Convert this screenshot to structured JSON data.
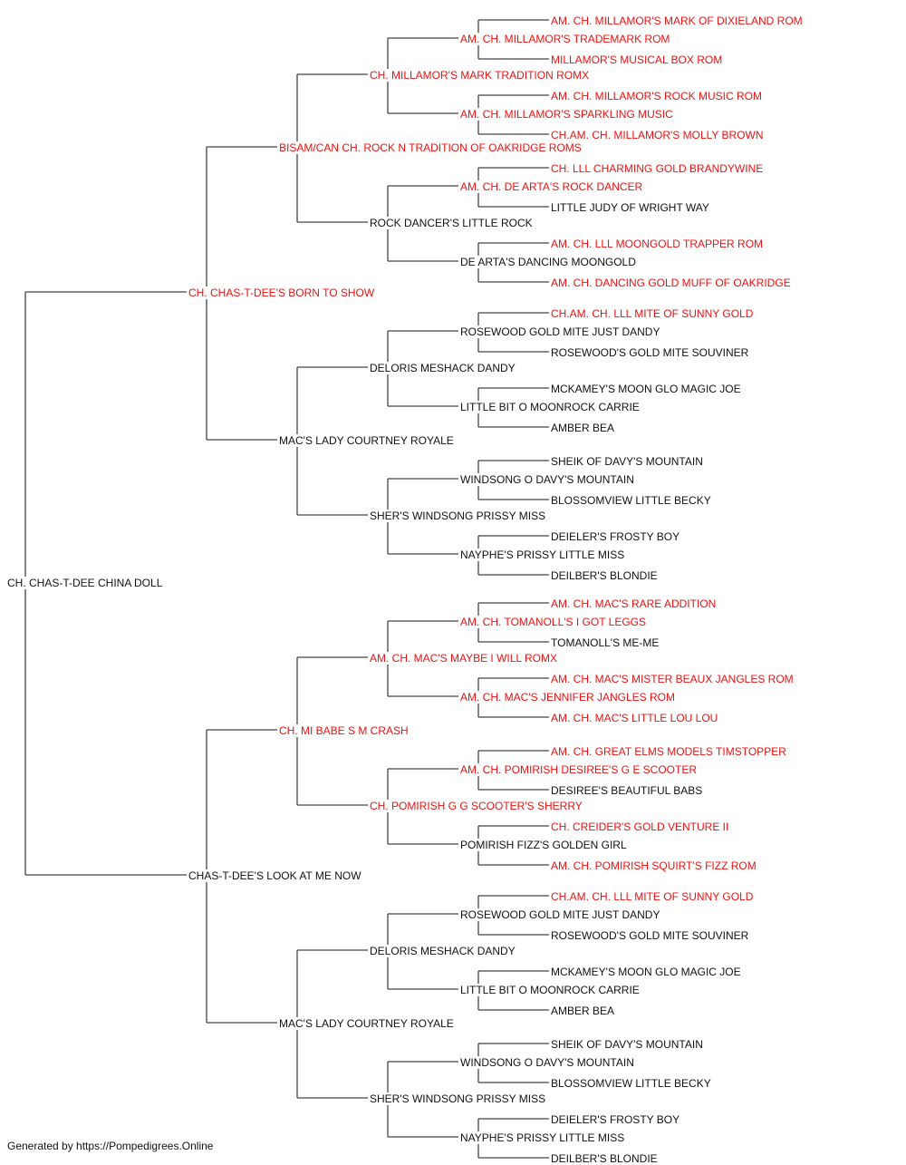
{
  "tree": {
    "name": "CH. CHAS-T-DEE CHINA DOLL",
    "ch": false,
    "sire": {
      "name": "CH. CHAS-T-DEE'S BORN TO SHOW",
      "ch": true,
      "sire": {
        "name": "BISAM/CAN CH. ROCK N TRADITION OF OAKRIDGE ROMS",
        "ch": true,
        "sire": {
          "name": "CH. MILLAMOR'S MARK TRADITION ROMX",
          "ch": true,
          "sire": {
            "name": "AM. CH. MILLAMOR'S TRADEMARK ROM",
            "ch": true,
            "sire": {
              "name": "AM. CH. MILLAMOR'S MARK OF DIXIELAND ROM",
              "ch": true
            },
            "dam": {
              "name": "MILLAMOR'S MUSICAL BOX ROM",
              "ch": true
            }
          },
          "dam": {
            "name": "AM. CH. MILLAMOR'S SPARKLING MUSIC",
            "ch": true,
            "sire": {
              "name": "AM. CH. MILLAMOR'S ROCK MUSIC ROM",
              "ch": true
            },
            "dam": {
              "name": "CH.AM. CH. MILLAMOR'S MOLLY BROWN",
              "ch": true
            }
          }
        },
        "dam": {
          "name": "ROCK DANCER'S LITTLE ROCK",
          "ch": false,
          "sire": {
            "name": "AM. CH. DE ARTA'S ROCK DANCER",
            "ch": true,
            "sire": {
              "name": "CH. LLL CHARMING GOLD BRANDYWINE",
              "ch": true
            },
            "dam": {
              "name": "LITTLE JUDY OF WRIGHT WAY",
              "ch": false
            }
          },
          "dam": {
            "name": "DE ARTA'S DANCING MOONGOLD",
            "ch": false,
            "sire": {
              "name": "AM. CH. LLL MOONGOLD TRAPPER ROM",
              "ch": true
            },
            "dam": {
              "name": "AM. CH. DANCING GOLD MUFF OF OAKRIDGE",
              "ch": true
            }
          }
        }
      },
      "dam": {
        "name": "MAC'S LADY COURTNEY ROYALE",
        "ch": false,
        "sire": {
          "name": "DELORIS MESHACK DANDY",
          "ch": false,
          "sire": {
            "name": "ROSEWOOD GOLD MITE JUST DANDY",
            "ch": false,
            "sire": {
              "name": "CH.AM. CH. LLL MITE OF SUNNY GOLD",
              "ch": true
            },
            "dam": {
              "name": "ROSEWOOD'S GOLD MITE SOUVINER",
              "ch": false
            }
          },
          "dam": {
            "name": "LITTLE BIT O MOONROCK CARRIE",
            "ch": false,
            "sire": {
              "name": "MCKAMEY'S MOON GLO MAGIC JOE",
              "ch": false
            },
            "dam": {
              "name": "AMBER BEA",
              "ch": false
            }
          }
        },
        "dam": {
          "name": "SHER'S WINDSONG PRISSY MISS",
          "ch": false,
          "sire": {
            "name": "WINDSONG O DAVY'S MOUNTAIN",
            "ch": false,
            "sire": {
              "name": "SHEIK OF DAVY'S MOUNTAIN",
              "ch": false
            },
            "dam": {
              "name": "BLOSSOMVIEW LITTLE BECKY",
              "ch": false
            }
          },
          "dam": {
            "name": "NAYPHE'S PRISSY LITTLE MISS",
            "ch": false,
            "sire": {
              "name": "DEIELER'S FROSTY BOY",
              "ch": false
            },
            "dam": {
              "name": "DEILBER'S BLONDIE",
              "ch": false
            }
          }
        }
      }
    },
    "dam": {
      "name": "CHAS-T-DEE'S LOOK AT ME NOW",
      "ch": false,
      "sire": {
        "name": "CH. MI BABE S M CRASH",
        "ch": true,
        "sire": {
          "name": "AM. CH. MAC'S MAYBE I WILL ROMX",
          "ch": true,
          "sire": {
            "name": "AM. CH. TOMANOLL'S I GOT LEGGS",
            "ch": true,
            "sire": {
              "name": "AM. CH. MAC'S RARE ADDITION",
              "ch": true
            },
            "dam": {
              "name": "TOMANOLL'S ME-ME",
              "ch": false
            }
          },
          "dam": {
            "name": "AM. CH. MAC'S JENNIFER JANGLES ROM",
            "ch": true,
            "sire": {
              "name": "AM. CH. MAC'S MISTER BEAUX JANGLES ROM",
              "ch": true
            },
            "dam": {
              "name": "AM. CH. MAC'S LITTLE LOU LOU",
              "ch": true
            }
          }
        },
        "dam": {
          "name": "CH. POMIRISH G G SCOOTER'S SHERRY",
          "ch": true,
          "sire": {
            "name": "AM. CH. POMIRISH DESIREE'S G E SCOOTER",
            "ch": true,
            "sire": {
              "name": "AM. CH. GREAT ELMS MODELS TIMSTOPPER",
              "ch": true
            },
            "dam": {
              "name": "DESIREE'S BEAUTIFUL BABS",
              "ch": false
            }
          },
          "dam": {
            "name": "POMIRISH FIZZ'S GOLDEN GIRL",
            "ch": false,
            "sire": {
              "name": "CH. CREIDER'S GOLD VENTURE II",
              "ch": true
            },
            "dam": {
              "name": "AM. CH. POMIRISH SQUIRT'S FIZZ ROM",
              "ch": true
            }
          }
        }
      },
      "dam": {
        "name": "MAC'S LADY COURTNEY ROYALE",
        "ch": false,
        "sire": {
          "name": "DELORIS MESHACK DANDY",
          "ch": false,
          "sire": {
            "name": "ROSEWOOD GOLD MITE JUST DANDY",
            "ch": false,
            "sire": {
              "name": "CH.AM. CH. LLL MITE OF SUNNY GOLD",
              "ch": true
            },
            "dam": {
              "name": "ROSEWOOD'S GOLD MITE SOUVINER",
              "ch": false
            }
          },
          "dam": {
            "name": "LITTLE BIT O MOONROCK CARRIE",
            "ch": false,
            "sire": {
              "name": "MCKAMEY'S MOON GLO MAGIC JOE",
              "ch": false
            },
            "dam": {
              "name": "AMBER BEA",
              "ch": false
            }
          }
        },
        "dam": {
          "name": "SHER'S WINDSONG PRISSY MISS",
          "ch": false,
          "sire": {
            "name": "WINDSONG O DAVY'S MOUNTAIN",
            "ch": false,
            "sire": {
              "name": "SHEIK OF DAVY'S MOUNTAIN",
              "ch": false
            },
            "dam": {
              "name": "BLOSSOMVIEW LITTLE BECKY",
              "ch": false
            }
          },
          "dam": {
            "name": "NAYPHE'S PRISSY LITTLE MISS",
            "ch": false,
            "sire": {
              "name": "DEIELER'S FROSTY BOY",
              "ch": false
            },
            "dam": {
              "name": "DEILBER'S BLONDIE",
              "ch": false
            }
          }
        }
      }
    }
  },
  "colors": {
    "champion": "#ee1111",
    "regular": "#111111",
    "line": "#444444"
  },
  "footer": "Generated by https://Pompedigrees.Online"
}
